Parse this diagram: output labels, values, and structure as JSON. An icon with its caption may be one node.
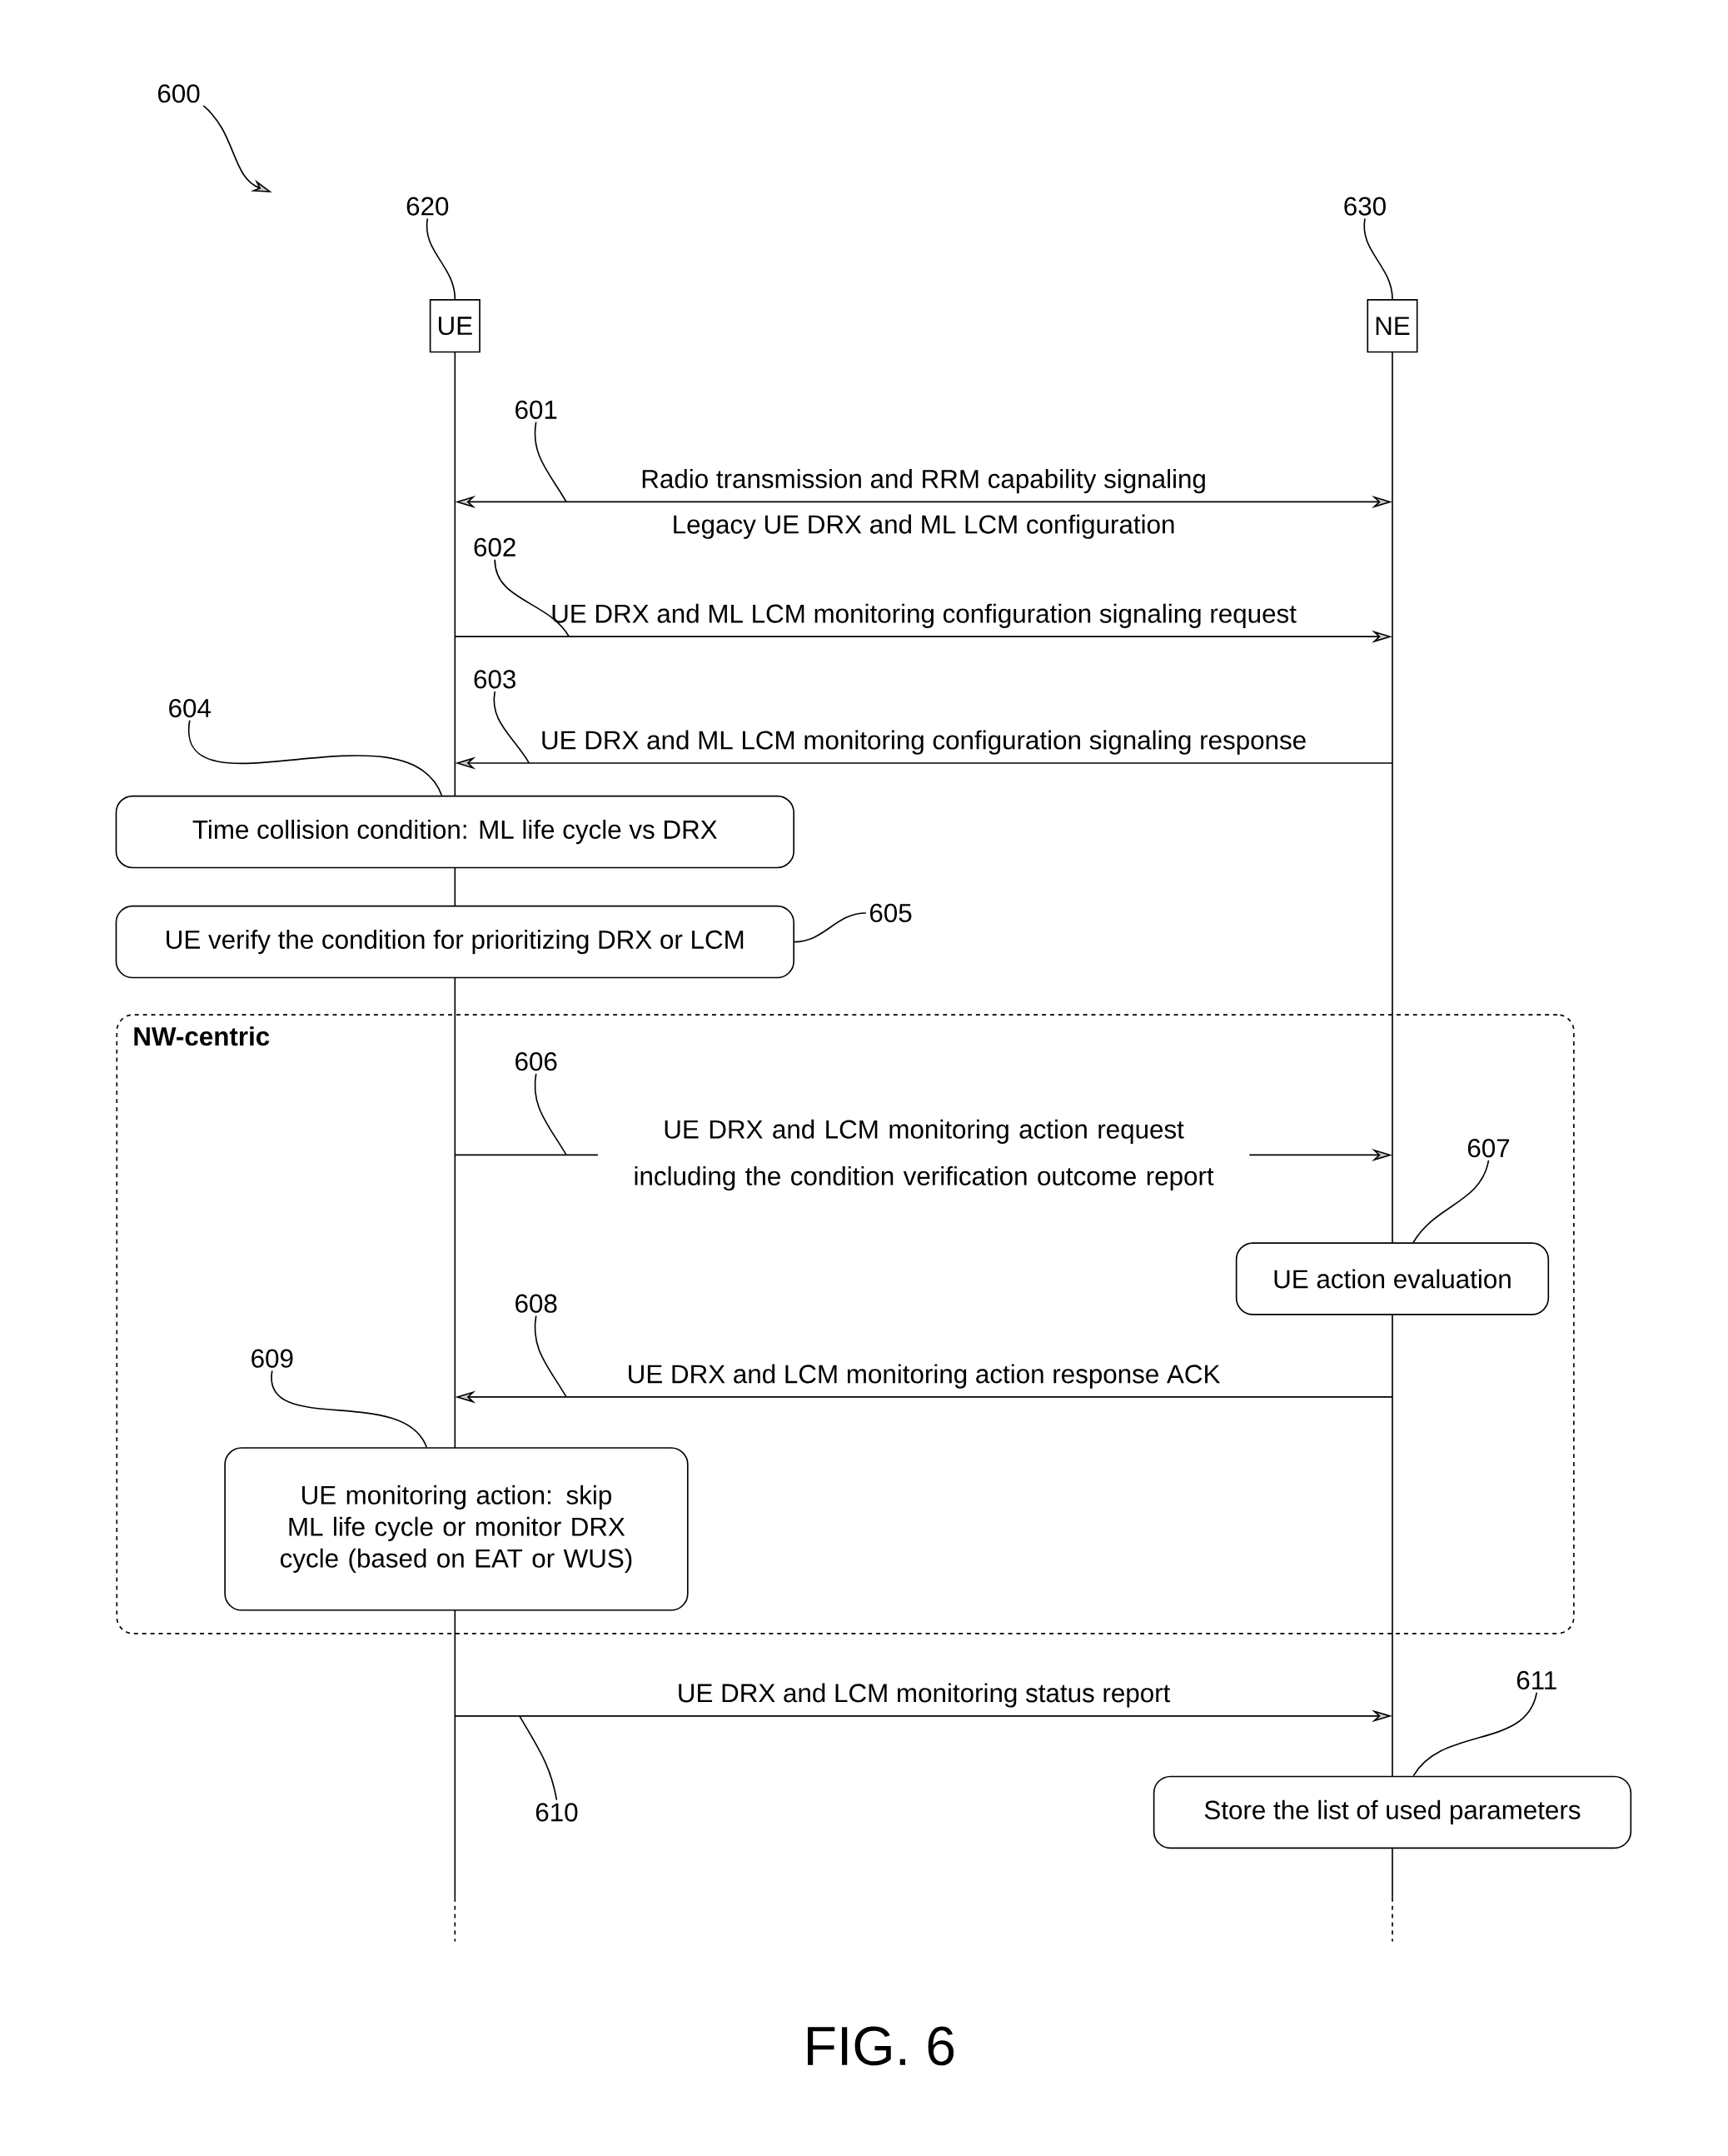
{
  "diagram": {
    "caption": "FIG. 6",
    "nodes": [
      {
        "text": [
          "600"
        ]
      },
      {
        "text": [
          "620"
        ]
      },
      {
        "text": [
          "630"
        ]
      },
      {
        "text": [
          "UE"
        ]
      },
      {
        "text": [
          "NE"
        ]
      },
      {
        "text": [
          "601"
        ]
      },
      {
        "text": [
          "602"
        ]
      },
      {
        "text": [
          "603"
        ]
      },
      {
        "text": [
          "604"
        ]
      },
      {
        "text": [
          "Time collision condition: ML life cycle vs DRX"
        ]
      },
      {
        "text": [
          "UE verify the condition for prioritizing DRX or LCM"
        ]
      },
      {
        "text": [
          "605"
        ]
      },
      {
        "text": [
          "NW-centric"
        ]
      },
      {
        "text": [
          "606"
        ],
        "in": 12
      },
      {
        "text": [
          "607"
        ],
        "in": 12
      },
      {
        "text": [
          "UE action evaluation"
        ],
        "in": 12
      },
      {
        "text": [
          "608"
        ],
        "in": 12
      },
      {
        "text": [
          "609"
        ],
        "in": 12
      },
      {
        "text": [
          "UE monitoring action: skip ML life cycle or monitor DRX cycle (based on EAT or WUS)"
        ],
        "in": 12
      },
      {
        "text": [
          "610"
        ]
      },
      {
        "text": [
          "611"
        ]
      },
      {
        "text": [
          "Store the list of used parameters"
        ]
      }
    ],
    "edges": [
      {
        "from": 3,
        "to": 4,
        "arrow": "both",
        "label": "Radio transmission and RRM capability signaling"
      },
      {
        "from": 3,
        "to": 4,
        "arrow": "to",
        "label": "UE DRX and ML LCM monitoring configuration signaling request"
      },
      {
        "from": 4,
        "to": 3,
        "arrow": "to",
        "label": "UE DRX and ML LCM monitoring configuration signaling response"
      },
      {
        "from": 3,
        "to": 4,
        "arrow": "to",
        "label": "UE DRX and LCM monitoring action request including the condition verification outcome report"
      },
      {
        "from": 4,
        "to": 3,
        "arrow": "to",
        "label": "UE DRX and LCM monitoring action response ACK"
      },
      {
        "from": 3,
        "to": 4,
        "arrow": "to",
        "label": "UE DRX and LCM monitoring status report"
      },
      {
        "from": 0,
        "to": null,
        "arrow": "to"
      },
      {
        "from": 1,
        "to": 3,
        "arrow": "none"
      },
      {
        "from": 2,
        "to": 4,
        "arrow": "none"
      },
      {
        "from": 5,
        "to": null,
        "arrow": "none"
      },
      {
        "from": 6,
        "to": null,
        "arrow": "none"
      },
      {
        "from": 7,
        "to": null,
        "arrow": "none"
      },
      {
        "from": 8,
        "to": 9,
        "arrow": "none"
      },
      {
        "from": 11,
        "to": 10,
        "arrow": "none"
      },
      {
        "from": 13,
        "to": null,
        "arrow": "none"
      },
      {
        "from": 14,
        "to": 15,
        "arrow": "none"
      },
      {
        "from": 16,
        "to": null,
        "arrow": "none"
      },
      {
        "from": 17,
        "to": 18,
        "arrow": "none"
      },
      {
        "from": 19,
        "to": null,
        "arrow": "none"
      },
      {
        "from": 20,
        "to": 21,
        "arrow": "none"
      }
    ],
    "labels": [
      "Legacy UE DRX and ML LCM configuration"
    ]
  }
}
